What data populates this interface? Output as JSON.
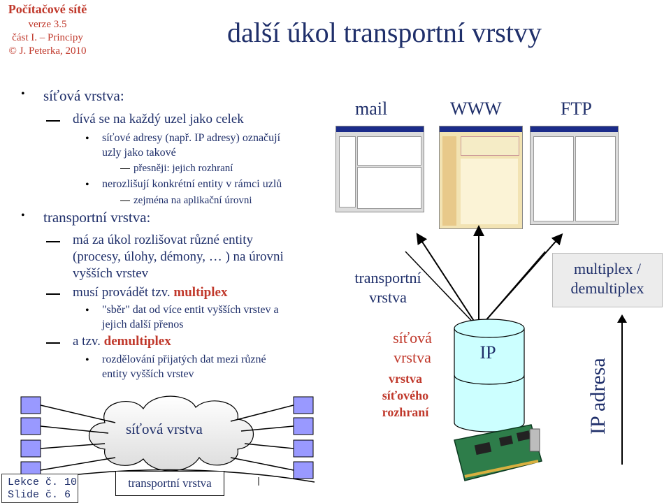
{
  "header": {
    "course_title": "Počítačové sítě",
    "version": "verze 3.5",
    "part": "část I. – Principy",
    "author": "© J. Peterka, 2010"
  },
  "slide_title": "další úkol transportní vrstvy",
  "bullets": {
    "l1_network": "síťová vrstva:",
    "l2_looks": "dívá se na každý uzel jako celek",
    "l3_addr_a": "síťové adresy (např. IP adresy) označují",
    "l3_addr_b": "uzly jako takové",
    "l4_precise": "přesněji: jejich rozhraní",
    "l3_not": "nerozlišují konkrétní entity v rámci uzlů",
    "l4_esp": "zejména na aplikační úrovni",
    "l1_transport": "transportní vrstva:",
    "l2_task_a": "má za úkol rozlišovat různé entity",
    "l2_task_b": "(procesy, úlohy, démony, … ) na  úrovni",
    "l2_task_c": "vyšších vrstev",
    "l2_must": "musí provádět tzv.",
    "multiplex": "multiplex",
    "l3_collect_a": "\"sběr\" dat od více entit vyšších vrstev a",
    "l3_collect_b": "jejich další přenos",
    "l2_and": "a tzv.",
    "demultiplex": "demultiplex",
    "l3_dist_a": "rozdělování přijatých dat mezi různé",
    "l3_dist_b": "entity vyšších vrstev"
  },
  "right": {
    "apps": [
      "mail",
      "WWW",
      "FTP"
    ],
    "transport_a": "transportní",
    "transport_b": "vrstva",
    "mux_a": "multiplex /",
    "mux_b": "demultiplex",
    "net_a": "síťová",
    "net_b": "vrstva",
    "iface_a": "vrstva",
    "iface_b": "síťového",
    "iface_c": "rozhraní",
    "ip": "IP",
    "ip_addr": "IP adresa"
  },
  "diagram": {
    "cloud_label": "síťová vrstva",
    "bottom_label": "transportní vrstva"
  },
  "footer": {
    "lecture": "Lekce č. 10",
    "slide": "Slide č. 6"
  },
  "colors": {
    "accent_red": "#c0382b",
    "text_navy": "#1f2f6a",
    "cylinder": "#ccffff",
    "node": "#9999ff"
  }
}
